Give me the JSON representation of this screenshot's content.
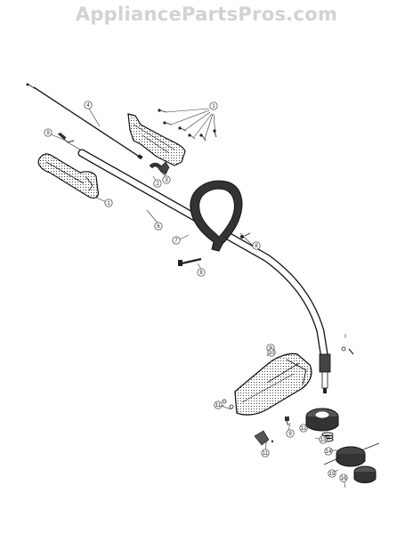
{
  "watermark": "AppliancePartsPros.com",
  "callouts": [
    "1",
    "4",
    "9",
    "1",
    "2",
    "3",
    "6",
    "7",
    "8",
    "8",
    "9",
    "10",
    "11",
    "9",
    "12",
    "13",
    "14",
    "15",
    "16",
    "11"
  ]
}
